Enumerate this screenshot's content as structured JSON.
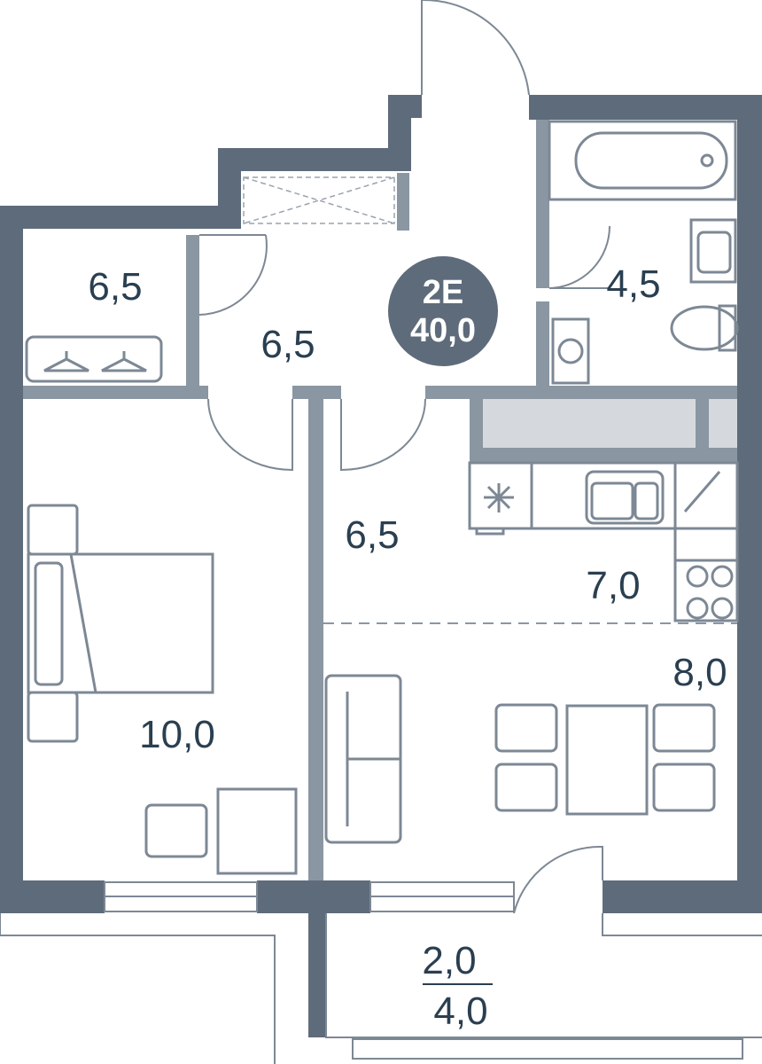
{
  "plan": {
    "badge": {
      "type": "2E",
      "total_area": "40,0"
    },
    "rooms": {
      "wardrobe": "6,5",
      "hall": "6,5",
      "bathroom": "4,5",
      "corridor": "6,5",
      "kitchen": "7,0",
      "living": "8,0",
      "bedroom": "10,0",
      "balcony_top": "2,0",
      "balcony_bottom": "4,0"
    },
    "colors": {
      "outer_wall": "#5e6b7b",
      "inner_wall": "#8a96a2",
      "fill_light": "#d5d9de",
      "text": "#2a3f50"
    }
  }
}
